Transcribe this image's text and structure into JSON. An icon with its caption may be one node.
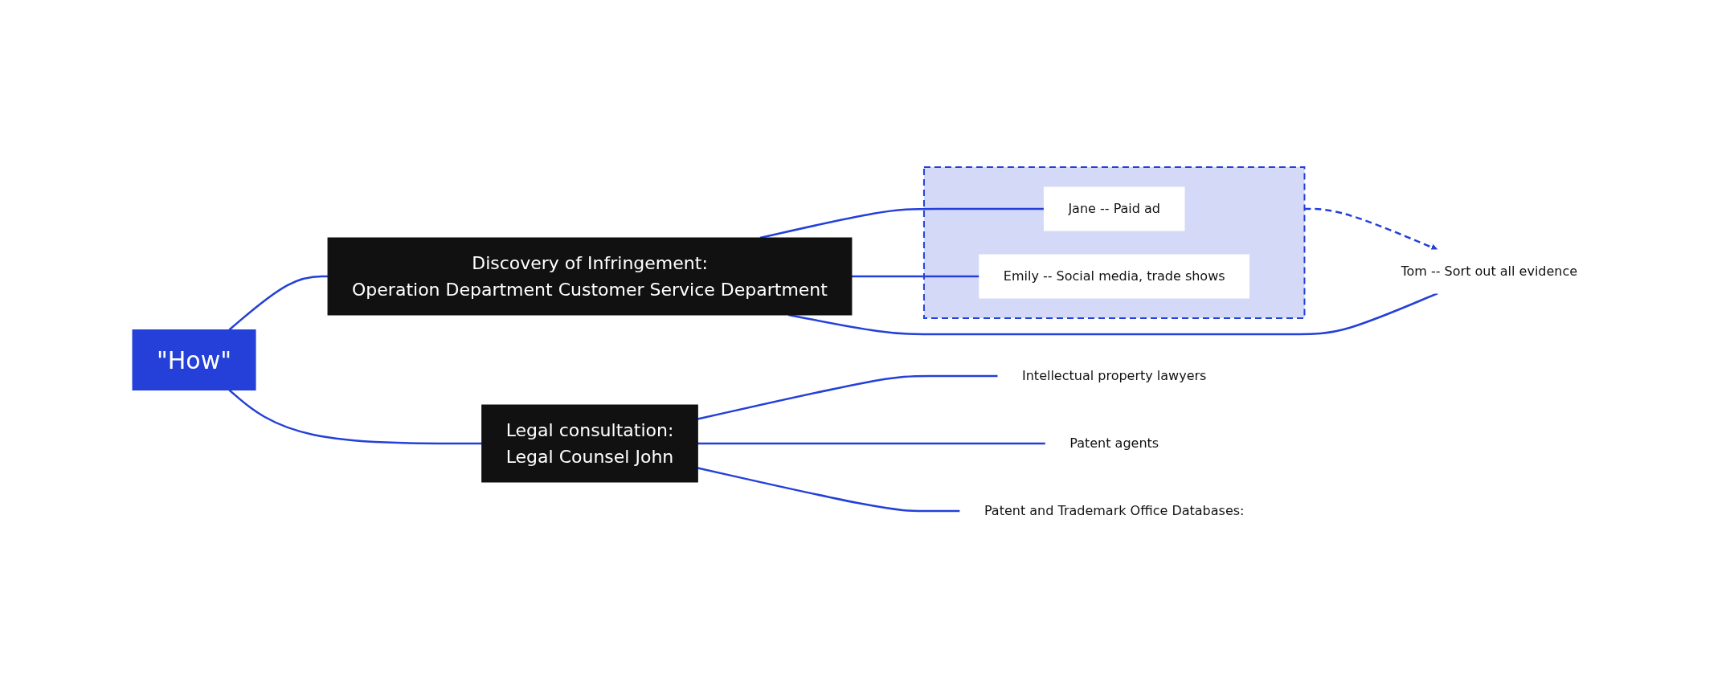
{
  "diagram": {
    "nodes": [
      {
        "text": [
          "\"How\""
        ]
      },
      {
        "text": [
          "Discovery of Infringement:",
          "Operation Department Customer Service Department"
        ]
      },
      {
        "text": [],
        "shape": "box"
      },
      {
        "text": [
          "Jane -- Paid ad"
        ],
        "in": 2
      },
      {
        "text": [
          "Emily -- Social media, trade shows"
        ],
        "in": 2
      },
      {
        "text": [
          "Tom -- Sort out all evidence"
        ]
      },
      {
        "text": [
          "Legal consultation:",
          "Legal Counsel John"
        ]
      },
      {
        "text": [
          "Intellectual property lawyers"
        ]
      },
      {
        "text": [
          "Patent agents"
        ]
      },
      {
        "text": [
          "Patent and Trademark Office Databases:"
        ]
      }
    ],
    "edges": [
      {
        "from": 0,
        "to": 1,
        "arrow": "none"
      },
      {
        "from": 0,
        "to": 6,
        "arrow": "none"
      },
      {
        "from": 1,
        "to": 3,
        "arrow": "none"
      },
      {
        "from": 1,
        "to": 4,
        "arrow": "none"
      },
      {
        "from": 1,
        "to": 5,
        "arrow": "none"
      },
      {
        "from": 2,
        "to": 5,
        "arrow": "to",
        "style": "dashed"
      },
      {
        "from": 6,
        "to": 7,
        "arrow": "none"
      },
      {
        "from": 6,
        "to": 8,
        "arrow": "none"
      },
      {
        "from": 6,
        "to": 9,
        "arrow": "none"
      }
    ]
  }
}
